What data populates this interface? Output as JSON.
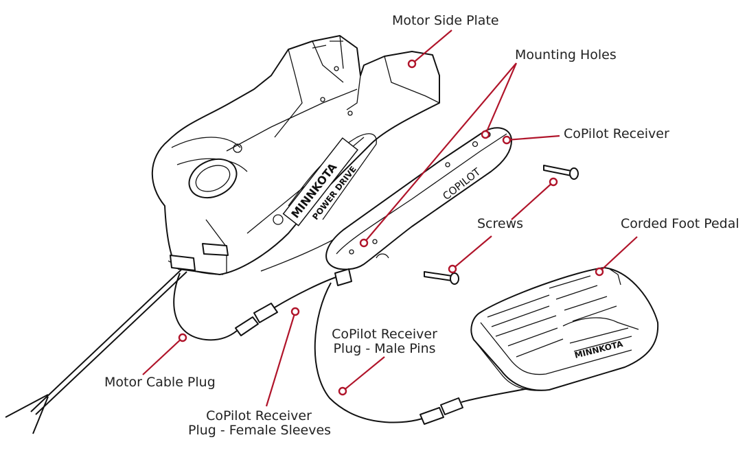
{
  "labels": {
    "motor_side_plate": "Motor Side Plate",
    "mounting_holes": "Mounting Holes",
    "copilot_receiver": "CoPilot Receiver",
    "screws": "Screws",
    "corded_foot_pedal": "Corded Foot Pedal",
    "motor_cable_plug": "Motor Cable Plug",
    "receiver_plug_male_line1": "CoPilot Receiver",
    "receiver_plug_male_line2": "Plug - Male Pins",
    "receiver_plug_female_line1": "CoPilot Receiver",
    "receiver_plug_female_line2": "Plug - Female Sleeves"
  },
  "device_text": {
    "brand": "MINNKOTA",
    "model": "POWER DRIVE",
    "receiver_mark": "COPILOT",
    "pedal_brand": "MINNKOTA"
  },
  "colors": {
    "leader": "#b0142a",
    "line_art": "#111111",
    "text": "#222222"
  }
}
